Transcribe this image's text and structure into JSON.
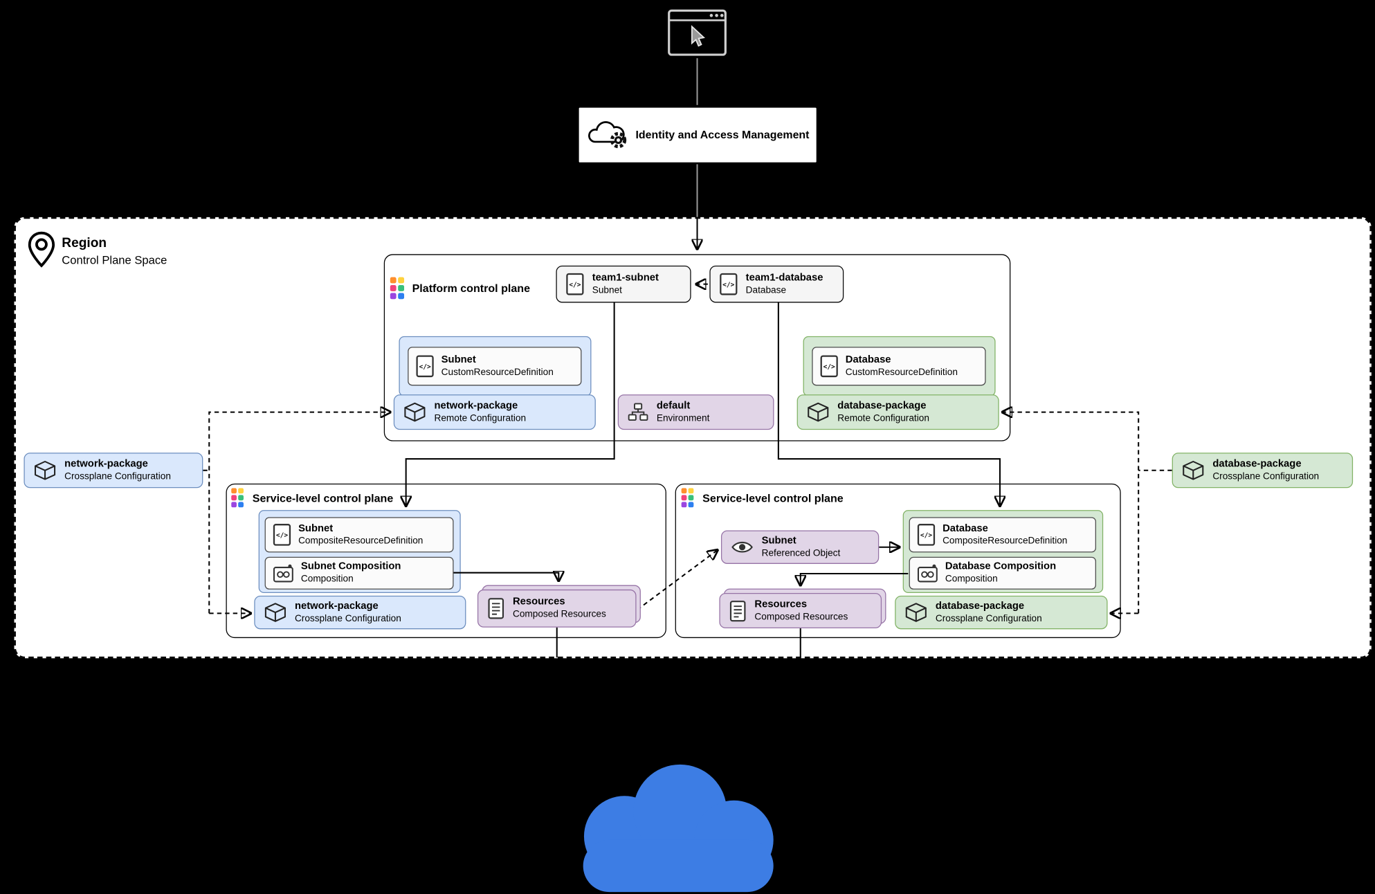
{
  "colors": {
    "background": "#000000",
    "blue_fill": "#dae8fc",
    "blue_border": "#6c8ebf",
    "green_fill": "#d5e8d4",
    "green_border": "#82b366",
    "purple_fill": "#e1d5e7",
    "purple_border": "#9673a6",
    "neutral_fill": "#f5f5f5",
    "cloud": "#3d7de4"
  },
  "icons": {
    "browser": "browser-window-icon",
    "iam": "cloud-gear-icon",
    "region": "location-pin-icon",
    "crossplane": "crossplane-logo-icon",
    "manifest": "code-file-icon",
    "package": "package-cube-icon",
    "environment": "sitemap-icon",
    "composition": "composition-icon",
    "referenced": "eye-icon",
    "resources": "document-lines-icon",
    "cloud": "cloud-shape"
  },
  "iam": {
    "label": "Identity and Access Management"
  },
  "region": {
    "title": "Region",
    "subtitle": "Control Plane Space"
  },
  "platform": {
    "title": "Platform control plane",
    "team1_subnet": {
      "name": "team1-subnet",
      "type": "Subnet"
    },
    "team1_database": {
      "name": "team1-database",
      "type": "Database"
    },
    "subnet_crd": {
      "name": "Subnet",
      "type": "CustomResourceDefinition"
    },
    "database_crd": {
      "name": "Database",
      "type": "CustomResourceDefinition"
    },
    "network_package": {
      "name": "network-package",
      "type": "Remote Configuration"
    },
    "database_package": {
      "name": "database-package",
      "type": "Remote Configuration"
    },
    "environment": {
      "name": "default",
      "type": "Environment"
    }
  },
  "network_config": {
    "name": "network-package",
    "type": "Crossplane Configuration"
  },
  "database_config": {
    "name": "database-package",
    "type": "Crossplane Configuration"
  },
  "subnet_plane": {
    "title": "Service-level control plane",
    "xrd": {
      "name": "Subnet",
      "type": "CompositeResourceDefinition"
    },
    "composition": {
      "name": "Subnet Composition",
      "type": "Composition"
    },
    "package": {
      "name": "network-package",
      "type": "Crossplane Configuration"
    },
    "resources": {
      "name": "Resources",
      "type": "Composed Resources"
    }
  },
  "database_plane": {
    "title": "Service-level control plane",
    "referenced": {
      "name": "Subnet",
      "type": "Referenced Object"
    },
    "xrd": {
      "name": "Database",
      "type": "CompositeResourceDefinition"
    },
    "composition": {
      "name": "Database Composition",
      "type": "Composition"
    },
    "package": {
      "name": "database-package",
      "type": "Crossplane Configuration"
    },
    "resources": {
      "name": "Resources",
      "type": "Composed Resources"
    }
  }
}
